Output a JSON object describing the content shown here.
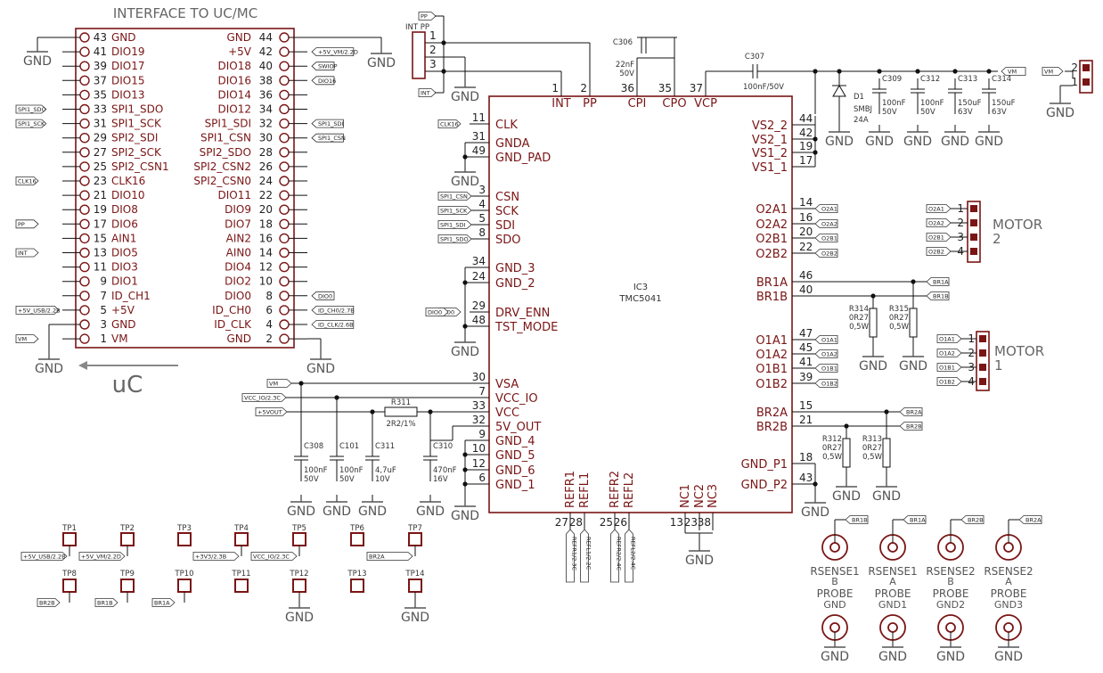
{
  "title_header": "INTERFACE TO UC/MC",
  "uc_label": "uC",
  "gnd": "GND",
  "header": {
    "left": [
      {
        "n": "43",
        "name": "GND"
      },
      {
        "n": "41",
        "name": "DIO19"
      },
      {
        "n": "39",
        "name": "DIO17"
      },
      {
        "n": "37",
        "name": "DIO15"
      },
      {
        "n": "35",
        "name": "DIO13"
      },
      {
        "n": "33",
        "name": "SPI1_SDO"
      },
      {
        "n": "31",
        "name": "SPI1_SCK"
      },
      {
        "n": "29",
        "name": "SPI2_SDI"
      },
      {
        "n": "27",
        "name": "SPI2_SCK"
      },
      {
        "n": "25",
        "name": "SPI2_CSN1"
      },
      {
        "n": "23",
        "name": "CLK16"
      },
      {
        "n": "21",
        "name": "DIO10"
      },
      {
        "n": "19",
        "name": "DIO8"
      },
      {
        "n": "17",
        "name": "DIO6"
      },
      {
        "n": "15",
        "name": "AIN1"
      },
      {
        "n": "13",
        "name": "DIO5"
      },
      {
        "n": "11",
        "name": "DIO3"
      },
      {
        "n": "9",
        "name": "DIO1"
      },
      {
        "n": "7",
        "name": "ID_CH1"
      },
      {
        "n": "5",
        "name": "+5V"
      },
      {
        "n": "3",
        "name": "GND"
      },
      {
        "n": "1",
        "name": "VM"
      }
    ],
    "right": [
      {
        "n": "44",
        "name": "GND"
      },
      {
        "n": "42",
        "name": "+5V"
      },
      {
        "n": "40",
        "name": "DIO18"
      },
      {
        "n": "38",
        "name": "DIO16"
      },
      {
        "n": "36",
        "name": "DIO14"
      },
      {
        "n": "34",
        "name": "DIO12"
      },
      {
        "n": "32",
        "name": "SPI1_SDI"
      },
      {
        "n": "30",
        "name": "SPI1_CSN"
      },
      {
        "n": "28",
        "name": "SPI2_SDO"
      },
      {
        "n": "26",
        "name": "SPI2_CSN2"
      },
      {
        "n": "24",
        "name": "SPI2_CSN0"
      },
      {
        "n": "22",
        "name": "DIO11"
      },
      {
        "n": "20",
        "name": "DIO9"
      },
      {
        "n": "18",
        "name": "DIO7"
      },
      {
        "n": "16",
        "name": "AIN2"
      },
      {
        "n": "14",
        "name": "AIN0"
      },
      {
        "n": "12",
        "name": "DIO4"
      },
      {
        "n": "10",
        "name": "DIO2"
      },
      {
        "n": "8",
        "name": "DIO0"
      },
      {
        "n": "6",
        "name": "ID_CH0"
      },
      {
        "n": "4",
        "name": "ID_CLK"
      },
      {
        "n": "2",
        "name": "GND"
      }
    ],
    "left_tags": {
      "5": "SPI1_SDO",
      "6": "SPI1_SCK",
      "10": "CLK16",
      "13": "PP",
      "15": "INT",
      "19": "+5V_USB/2.2B",
      "21": "VM"
    },
    "right_tags": {
      "1": "+5V_VM/2.2D",
      "2": "SWIOP",
      "3": "DIO16",
      "6": "SPI1_SDI",
      "7": "SPI1_CSN",
      "18": "DIO0",
      "19": "ID_CH0/2.7B",
      "20": "ID_CLK/2.6B"
    }
  },
  "ic": {
    "ref": "IC3",
    "part": "TMC5041",
    "left": [
      {
        "n": "11",
        "name": "CLK",
        "tag": "CLK16"
      },
      {
        "n": "31",
        "name": "GNDA"
      },
      {
        "n": "49",
        "name": "GND_PAD"
      },
      {
        "n": "3",
        "name": "CSN",
        "tag": "SPI1_CSN"
      },
      {
        "n": "4",
        "name": "SCK",
        "tag": "SPI1_SCK"
      },
      {
        "n": "5",
        "name": "SDI",
        "tag": "SPI1_SDI"
      },
      {
        "n": "8",
        "name": "SDO",
        "tag": "SPI1_SDO"
      },
      {
        "n": "34",
        "name": "GND_3"
      },
      {
        "n": "24",
        "name": "GND_2"
      },
      {
        "n": "29",
        "name": "DRV_ENN",
        "tag": "DIO0"
      },
      {
        "n": "48",
        "name": "TST_MODE"
      },
      {
        "n": "30",
        "name": "VSA"
      },
      {
        "n": "7",
        "name": "VCC_IO"
      },
      {
        "n": "33",
        "name": "VCC"
      },
      {
        "n": "32",
        "name": "5V_OUT"
      },
      {
        "n": "9",
        "name": "GND_4"
      },
      {
        "n": "10",
        "name": "GND_5"
      },
      {
        "n": "12",
        "name": "GND_6"
      },
      {
        "n": "6",
        "name": "GND_1"
      }
    ],
    "top": [
      {
        "n": "1",
        "name": "INT"
      },
      {
        "n": "2",
        "name": "PP"
      },
      {
        "n": "36",
        "name": "CPI"
      },
      {
        "n": "35",
        "name": "CPO"
      },
      {
        "n": "37",
        "name": "VCP"
      }
    ],
    "right": [
      {
        "n": "44",
        "name": "VS2_2"
      },
      {
        "n": "42",
        "name": "VS2_1"
      },
      {
        "n": "19",
        "name": "VS1_2"
      },
      {
        "n": "17",
        "name": "VS1_1"
      },
      {
        "n": "14",
        "name": "O2A1",
        "tag": "O2A1"
      },
      {
        "n": "16",
        "name": "O2A2",
        "tag": "O2A2"
      },
      {
        "n": "20",
        "name": "O2B1",
        "tag": "O2B1"
      },
      {
        "n": "22",
        "name": "O2B2",
        "tag": "O2B2"
      },
      {
        "n": "46",
        "name": "BR1A"
      },
      {
        "n": "40",
        "name": "BR1B"
      },
      {
        "n": "47",
        "name": "O1A1",
        "tag": "O1A1"
      },
      {
        "n": "45",
        "name": "O1A2",
        "tag": "O1A2"
      },
      {
        "n": "41",
        "name": "O1B1",
        "tag": "O1B1"
      },
      {
        "n": "39",
        "name": "O1B2",
        "tag": "O1B2"
      },
      {
        "n": "15",
        "name": "BR2A"
      },
      {
        "n": "21",
        "name": "BR2B"
      },
      {
        "n": "18",
        "name": "GND_P1"
      },
      {
        "n": "43",
        "name": "GND_P2"
      }
    ],
    "bottom": [
      {
        "n": "27",
        "name": "REFR1",
        "tag": "REFR1/2.3C"
      },
      {
        "n": "28",
        "name": "REFL1",
        "tag": "REFL1/2.2C"
      },
      {
        "n": "25",
        "name": "REFR2",
        "tag": "REFR2/2.4C"
      },
      {
        "n": "26",
        "name": "REFL2",
        "tag": "REFL2/2.4C"
      },
      {
        "n": "13",
        "name": "NC1"
      },
      {
        "n": "23",
        "name": "NC2"
      },
      {
        "n": "38",
        "name": "NC3"
      }
    ]
  },
  "int_pp": {
    "label": "INT PP",
    "pins": [
      "1",
      "2",
      "3"
    ],
    "tag_pp": "PP",
    "tag_int": "INT"
  },
  "c306": {
    "ref": "C306",
    "v1": "22nF",
    "v2": "50V"
  },
  "c307": {
    "ref": "C307",
    "value": "100nF/50V"
  },
  "d1": {
    "ref": "D1",
    "v1": "SMBJ",
    "v2": "24A"
  },
  "caps_top": [
    {
      "ref": "C309",
      "v1": "100nF",
      "v2": "50V"
    },
    {
      "ref": "C312",
      "v1": "100nF",
      "v2": "50V"
    },
    {
      "ref": "C313",
      "v1": "150uF",
      "v2": "63V"
    },
    {
      "ref": "C314",
      "v1": "150uF",
      "v2": "63V"
    }
  ],
  "vm_tag": "VM",
  "vm_conn": {
    "pins": [
      "2",
      "1"
    ],
    "tag": "VM"
  },
  "motor2": {
    "label1": "MOTOR",
    "label2": "2",
    "pins": [
      "1",
      "2",
      "3",
      "4"
    ],
    "tags": [
      "O2A1",
      "O2A2",
      "O2B1",
      "O2B2"
    ]
  },
  "motor1": {
    "label1": "MOTOR",
    "label2": "1",
    "pins": [
      "1",
      "2",
      "3",
      "4"
    ],
    "tags": [
      "O1A1",
      "O1A2",
      "O1B1",
      "O1B2"
    ]
  },
  "br_tags": {
    "br1a": "BR1A",
    "br1b": "BR1B",
    "br2a": "BR2A",
    "br2b": "BR2B"
  },
  "r314": {
    "ref": "R314",
    "v1": "0R27",
    "v2": "0,5W"
  },
  "r315": {
    "ref": "R315",
    "v1": "0R27",
    "v2": "0,5W"
  },
  "r312": {
    "ref": "R312",
    "v1": "0R27",
    "v2": "0,5W"
  },
  "r313": {
    "ref": "R313",
    "v1": "0R27",
    "v2": "0,5W"
  },
  "r311": {
    "ref": "R311",
    "value": "2R2/1%"
  },
  "left_tags": {
    "vm": "VM",
    "vccio": "VCC_IO/2.3C",
    "p5vout": "+5VOUT"
  },
  "caps_bottom": [
    {
      "ref": "C308",
      "v1": "100nF",
      "v2": "50V"
    },
    {
      "ref": "C101",
      "v1": "100nF",
      "v2": "50V"
    },
    {
      "ref": "C311",
      "v1": "4,7uF",
      "v2": "10V"
    },
    {
      "ref": "C310",
      "v1": "470nF",
      "v2": "16V"
    }
  ],
  "testpoints_row1": [
    {
      "ref": "TP1",
      "tag": "+5V_USB/2.2B"
    },
    {
      "ref": "TP2",
      "tag": "+5V_VM/2.2D"
    },
    {
      "ref": "TP3",
      "tag": ""
    },
    {
      "ref": "TP4",
      "tag": "+3V3/2.3B"
    },
    {
      "ref": "TP5",
      "tag": "VCC_IO/2.3C"
    },
    {
      "ref": "TP6",
      "tag": ""
    },
    {
      "ref": "TP7",
      "tag": "BR2A"
    }
  ],
  "testpoints_row2": [
    {
      "ref": "TP8",
      "tag": "BR2B"
    },
    {
      "ref": "TP9",
      "tag": "BR1B"
    },
    {
      "ref": "TP10",
      "tag": "BR1A"
    },
    {
      "ref": "TP11",
      "tag": ""
    },
    {
      "ref": "TP12",
      "tag": "GND"
    },
    {
      "ref": "TP13",
      "tag": ""
    },
    {
      "ref": "TP14",
      "tag": "GND"
    }
  ],
  "rsense": [
    {
      "l1": "RSENSE1",
      "l2": "B",
      "tag": "BR1B"
    },
    {
      "l1": "RSENSE1",
      "l2": "A",
      "tag": "BR1A"
    },
    {
      "l1": "RSENSE2",
      "l2": "B",
      "tag": "BR2B"
    },
    {
      "l1": "RSENSE2",
      "l2": "A",
      "tag": "BR2A"
    }
  ],
  "probes": [
    {
      "l1": "PROBE",
      "l2": "GND"
    },
    {
      "l1": "PROBE",
      "l2": "GND1"
    },
    {
      "l1": "PROBE",
      "l2": "GND2"
    },
    {
      "l1": "PROBE",
      "l2": "GND3"
    }
  ]
}
